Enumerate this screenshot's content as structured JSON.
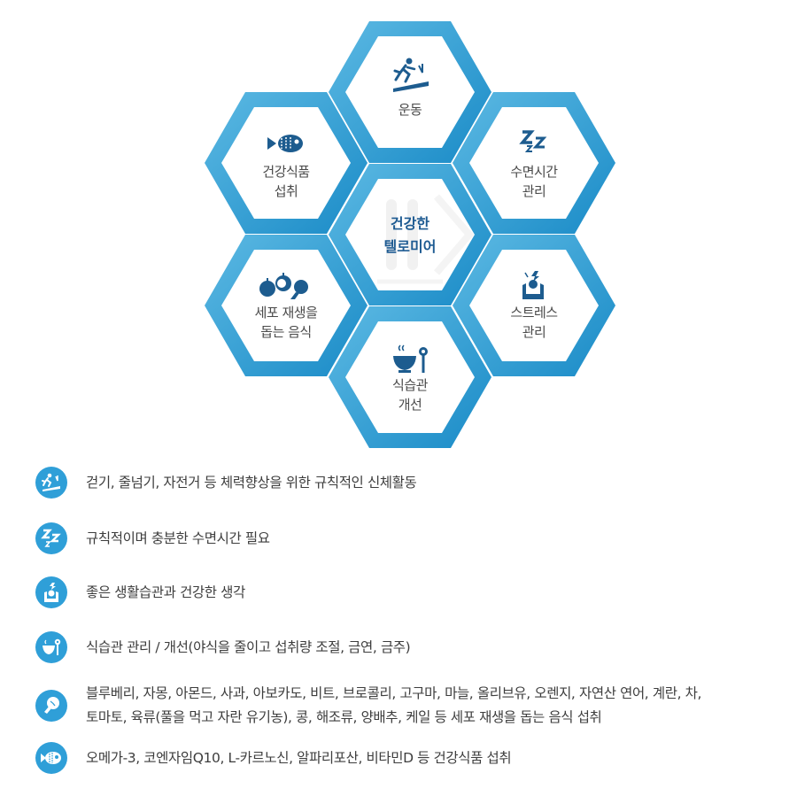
{
  "colors": {
    "hex_border_dark": "#1a8bc7",
    "hex_border_light": "#5cb9e3",
    "icon_dark": "#1d5c8f",
    "center_text": "#1e5b92",
    "legend_circle": "#2f9fd8"
  },
  "diagram": {
    "center": {
      "line1": "건강한",
      "line2": "텔로미어"
    },
    "hexes": [
      {
        "id": "exercise",
        "icon": "treadmill-runner-icon",
        "line1": "운동",
        "line2": ""
      },
      {
        "id": "sleep",
        "icon": "sleep-zzz-icon",
        "line1": "수면시간",
        "line2": "관리"
      },
      {
        "id": "stress",
        "icon": "stressed-person-icon",
        "line1": "스트레스",
        "line2": "관리"
      },
      {
        "id": "eating",
        "icon": "bowl-spoon-icon",
        "line1": "식습관",
        "line2": "개선"
      },
      {
        "id": "cell-food",
        "icon": "fruit-vegetable-icon",
        "line1": "세포 재생을",
        "line2": "돕는 음식"
      },
      {
        "id": "health-food",
        "icon": "fish-icon",
        "line1": "건강식품",
        "line2": "섭취"
      }
    ]
  },
  "legend": [
    {
      "icon": "treadmill-runner-icon",
      "text": "걷기, 줄넘기, 자전거 등 체력향상을 위한 규칙적인 신체활동"
    },
    {
      "icon": "sleep-zzz-icon",
      "text": "규칙적이며 충분한 수면시간 필요"
    },
    {
      "icon": "stressed-person-icon",
      "text": "좋은 생활습관과 건강한 생각"
    },
    {
      "icon": "bowl-spoon-icon",
      "text": "식습관 관리 / 개선(야식을 줄이고 섭취량 조절, 금연, 금주)"
    },
    {
      "icon": "broccoli-icon",
      "text": "블루베리, 자몽, 아몬드, 사과, 아보카도, 비트, 브로콜리, 고구마, 마늘, 올리브유, 오렌지, 자연산 연어, 계란, 차,",
      "text2": "토마토, 육류(풀을 먹고 자란 유기농), 콩, 해조류, 양배추, 케일 등 세포 재생을 돕는 음식 섭취"
    },
    {
      "icon": "fish-icon",
      "text": "오메가-3, 코엔자임Q10, L-카르노신, 알파리포산, 비타민D 등 건강식품 섭취"
    }
  ]
}
